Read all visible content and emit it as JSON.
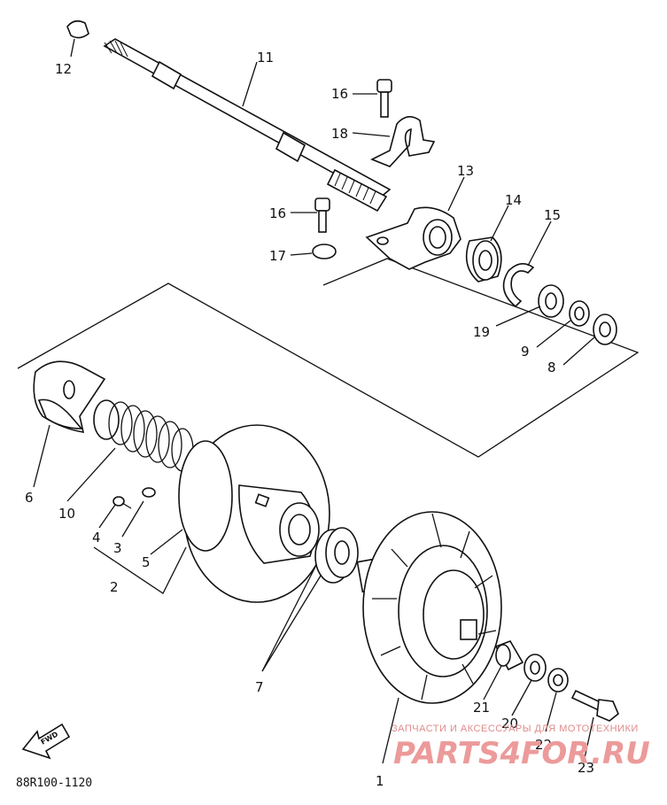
{
  "diagram": {
    "code": "88R100-1120",
    "fwd_label": "FWD",
    "labels": [
      "1",
      "2",
      "3",
      "4",
      "5",
      "6",
      "7",
      "8",
      "9",
      "10",
      "11",
      "12",
      "13",
      "14",
      "15",
      "16",
      "16",
      "17",
      "18",
      "19",
      "20",
      "21",
      "22",
      "23"
    ]
  },
  "watermark": {
    "line1": "ЗАПЧАСТИ И АКСЕССУАРЫ ДЛЯ МОТОТЕХНИКИ",
    "line2": "PARTS4FOR.RU"
  }
}
